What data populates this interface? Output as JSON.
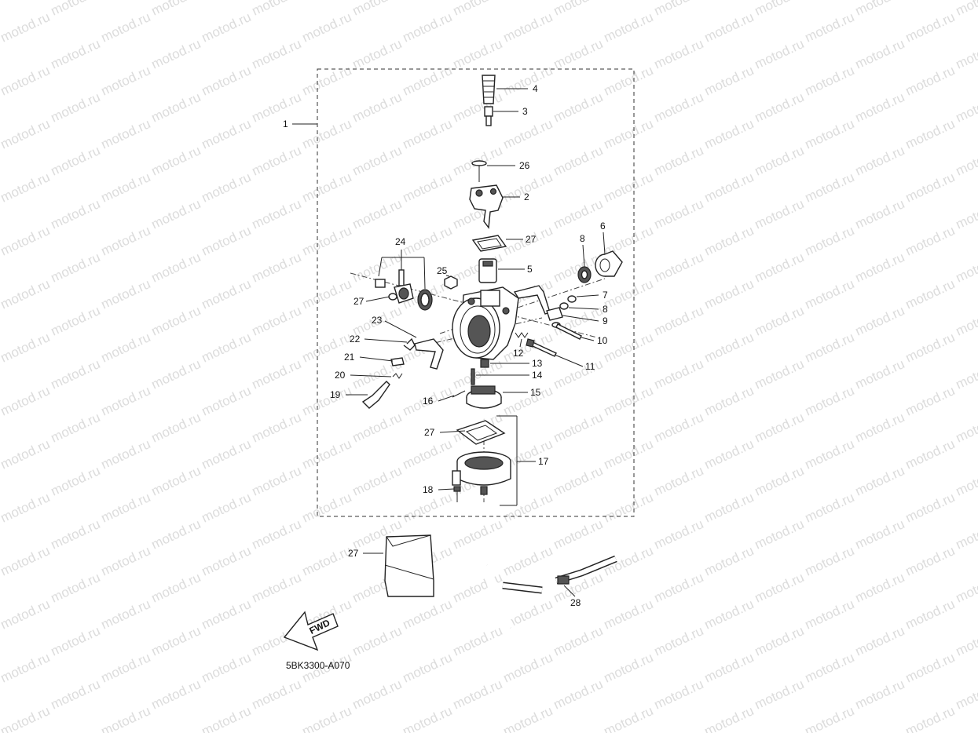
{
  "diagram": {
    "watermark": "motod.ru",
    "drawing_code": "5BK3300-A070",
    "fwd_label": "FWD",
    "callouts": [
      "1",
      "2",
      "3",
      "4",
      "5",
      "6",
      "7",
      "8",
      "9",
      "10",
      "11",
      "12",
      "13",
      "14",
      "15",
      "16",
      "17",
      "18",
      "19",
      "20",
      "21",
      "22",
      "23",
      "24",
      "25",
      "26",
      "27",
      "28"
    ],
    "labels": {
      "l1": "1",
      "l2": "2",
      "l3": "3",
      "l4": "4",
      "l5": "5",
      "l6": "6",
      "l7": "7",
      "l8a": "8",
      "l8b": "8",
      "l9": "9",
      "l10": "10",
      "l11": "11",
      "l12": "12",
      "l13": "13",
      "l14": "14",
      "l15": "15",
      "l16": "16",
      "l17": "17",
      "l18": "18",
      "l19": "19",
      "l20": "20",
      "l21": "21",
      "l22": "22",
      "l23": "23",
      "l24": "24",
      "l25": "25",
      "l26": "26",
      "l27a": "27",
      "l27b": "27",
      "l27c": "27",
      "l27d": "27",
      "l28": "28"
    },
    "colors": {
      "line": "#222222",
      "watermark": "#dcdcdc",
      "background": "#ffffff"
    }
  }
}
